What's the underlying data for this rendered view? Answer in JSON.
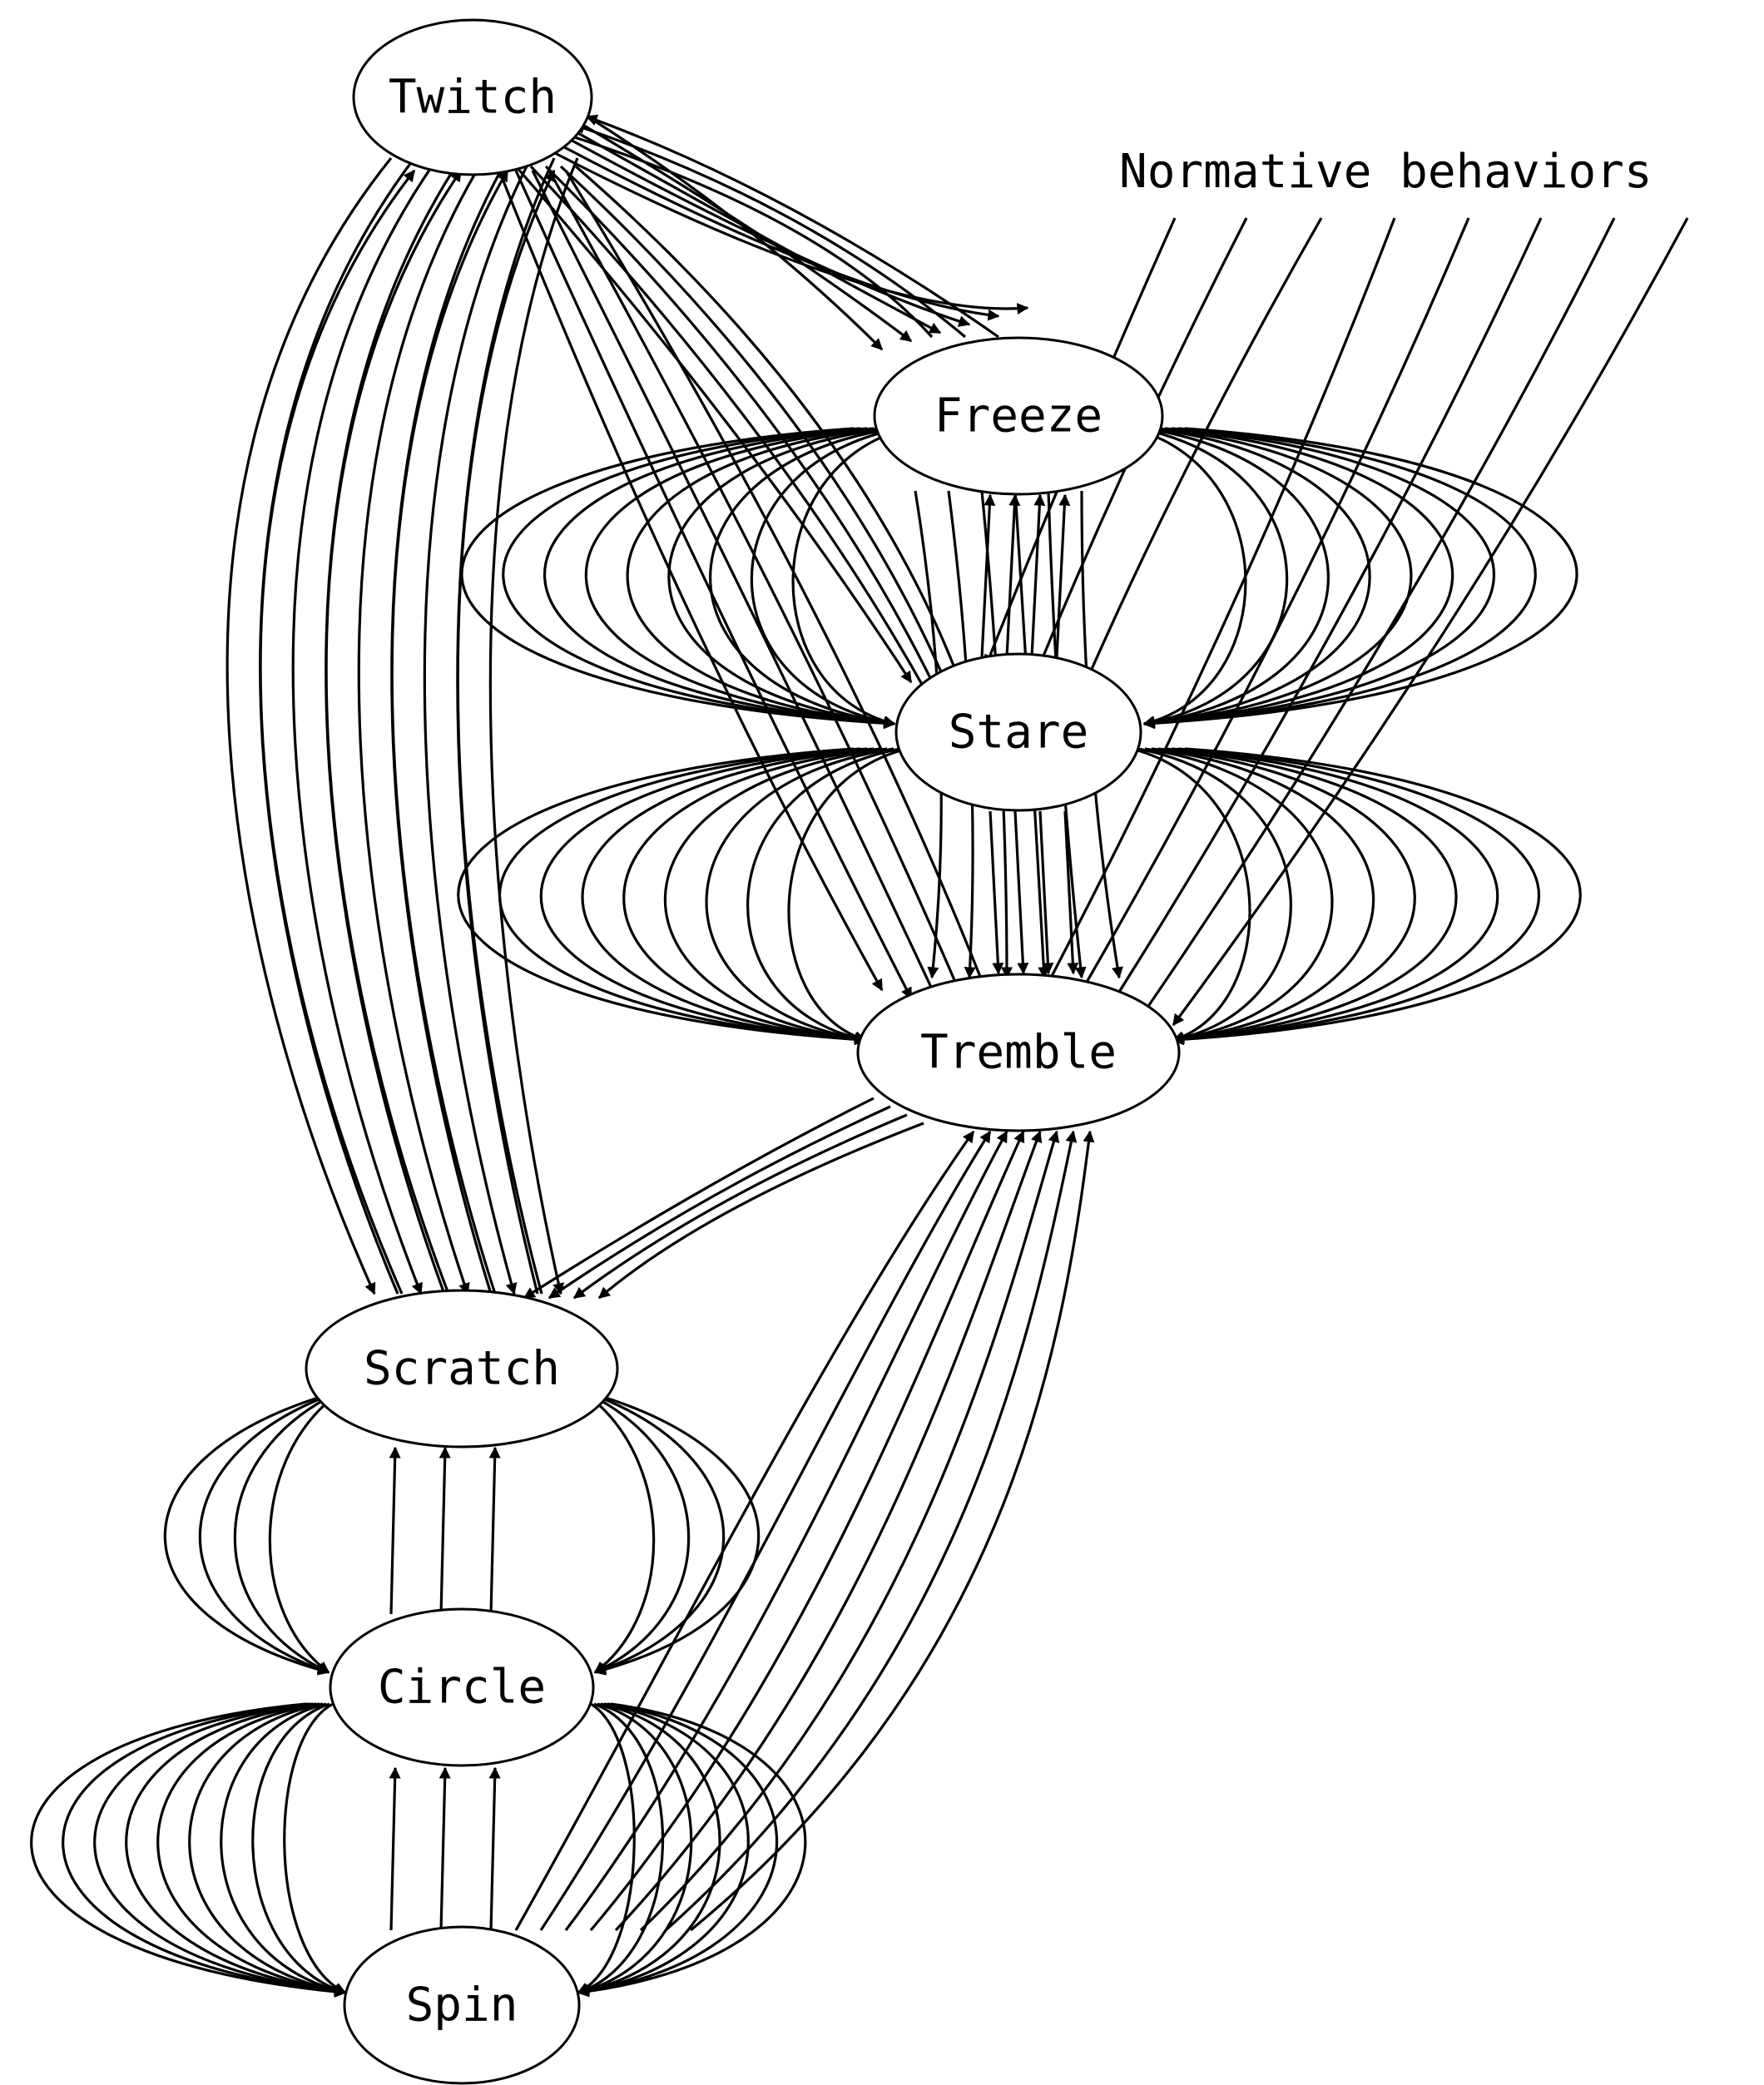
{
  "diagram": {
    "annotation": "Normative behaviors",
    "nodes": [
      {
        "id": "twitch",
        "label": "Twitch"
      },
      {
        "id": "freeze",
        "label": "Freeze"
      },
      {
        "id": "stare",
        "label": "Stare"
      },
      {
        "id": "tremble",
        "label": "Tremble"
      },
      {
        "id": "scratch",
        "label": "Scratch"
      },
      {
        "id": "circle",
        "label": "Circle"
      },
      {
        "id": "spin",
        "label": "Spin"
      }
    ]
  }
}
